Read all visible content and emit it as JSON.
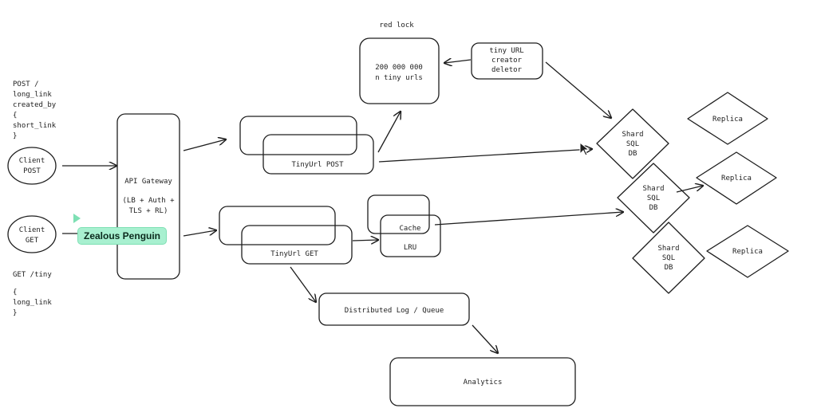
{
  "request_post": {
    "lines": [
      "POST /",
      "long_link",
      "created_by",
      "{",
      "short_link",
      "}"
    ]
  },
  "request_get": {
    "lines": [
      "GET /tiny",
      "",
      "{",
      "long_link",
      "}"
    ]
  },
  "nodes": {
    "client_post": [
      "Client",
      "POST"
    ],
    "client_get": [
      "Client",
      "GET"
    ],
    "api_gateway": [
      "API Gateway",
      "",
      "(LB + Auth +",
      "TLS + RL)"
    ],
    "tinyurl_post": "TinyUrl POST",
    "tinyurl_get": "TinyUrl GET",
    "red_lock": "red lock",
    "counter": [
      "200 000 000",
      "n tiny urls"
    ],
    "creator": [
      "tiny URL",
      "creator",
      "deletor"
    ],
    "cache": "Cache",
    "lru": "LRU",
    "queue": "Distributed Log / Queue",
    "analytics": "Analytics",
    "shard_1": [
      "Shard",
      "SQL",
      "DB"
    ],
    "shard_2": [
      "Shard",
      "SQL",
      "DB"
    ],
    "shard_3": [
      "Shard",
      "SQL",
      "DB"
    ],
    "replica_1": "Replica",
    "replica_2": "Replica",
    "replica_3": "Replica"
  },
  "collaborator": {
    "name": "Zealous Penguin",
    "color": "#a8f0d0"
  },
  "colors": {
    "stroke": "#1e1e1e",
    "background": "#ffffff"
  }
}
